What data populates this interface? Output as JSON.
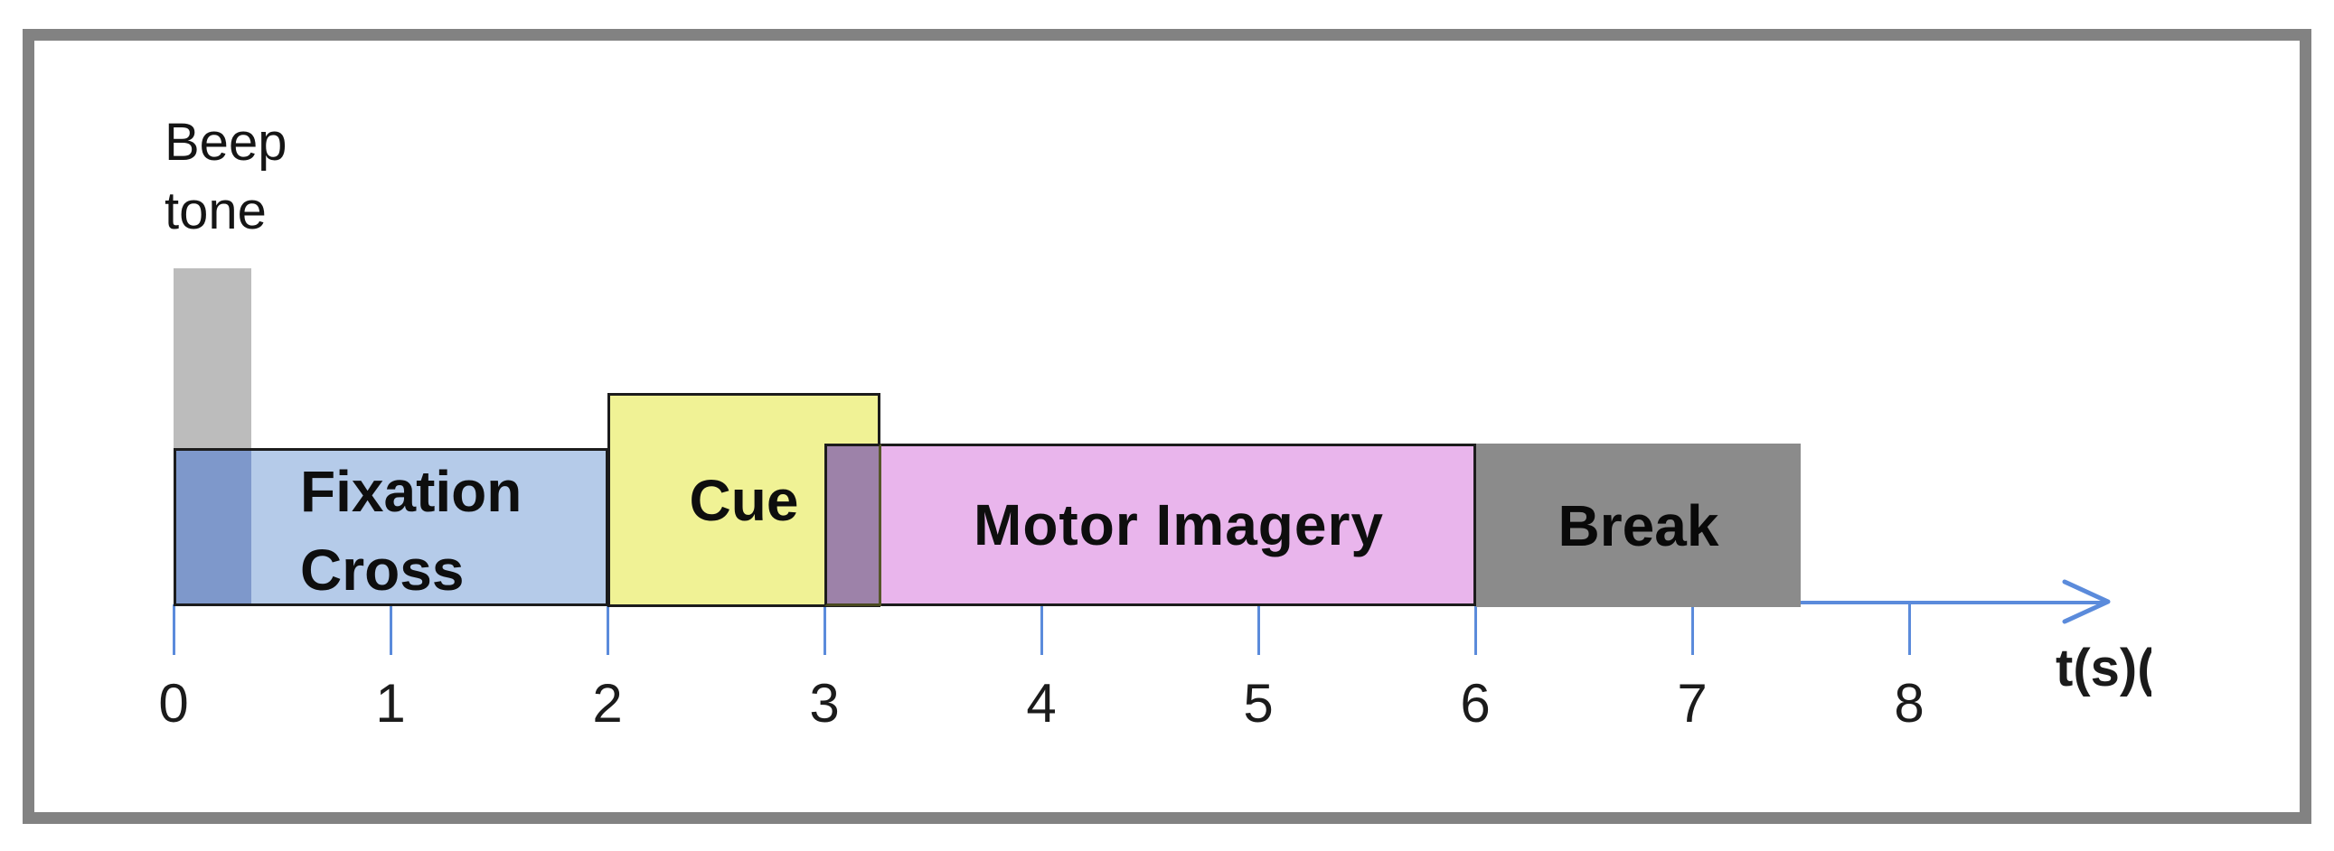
{
  "diagram": {
    "beep_annotation": {
      "line1": "Beep",
      "line2": "tone"
    },
    "beep_bar": {
      "t_start": 0,
      "t_end": 0.36,
      "fill": "#bcbcbc"
    },
    "segments": [
      {
        "name": "Fixation Cross",
        "label_line1": "Fixation",
        "label_line2": "Cross",
        "t_start": 0,
        "t_end": 2,
        "fill": "#b5cbe9",
        "highlight_overlap": {
          "t_start": 0,
          "t_end": 0.36,
          "fill": "#7e98cb"
        }
      },
      {
        "name": "Cue",
        "label": "Cue",
        "t_start": 2,
        "t_end": 3.25,
        "fill": "#f0f295"
      },
      {
        "name": "Motor Imagery",
        "label": "Motor Imagery",
        "t_start": 3,
        "t_end": 6,
        "fill": "#e9b5ec",
        "cue_overlap": {
          "t_start": 3,
          "t_end": 3.25,
          "fill": "#9d82a9"
        }
      },
      {
        "name": "Break",
        "label": "Break",
        "t_start": 6,
        "t_end": 7.5,
        "fill": "#8b8b8b"
      }
    ],
    "axis": {
      "label": "t(s)",
      "label_artifact": "(",
      "ticks": [
        0,
        1,
        2,
        3,
        4,
        5,
        6,
        7,
        8
      ],
      "color": "#5b8bdb"
    },
    "frame_color": "#828282"
  }
}
